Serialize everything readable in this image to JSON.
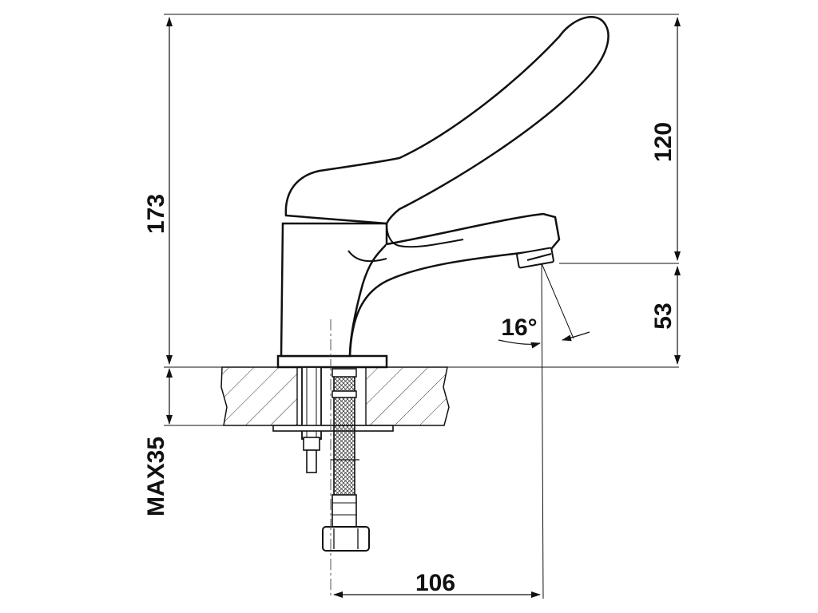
{
  "dimensions": {
    "overall_height": "173",
    "lever_height": "120",
    "spout_height": "53",
    "max_counter_thickness": "MAX35",
    "spout_reach": "106",
    "spout_angle": "16°"
  },
  "colors": {
    "line": "#111111",
    "background": "#ffffff"
  }
}
